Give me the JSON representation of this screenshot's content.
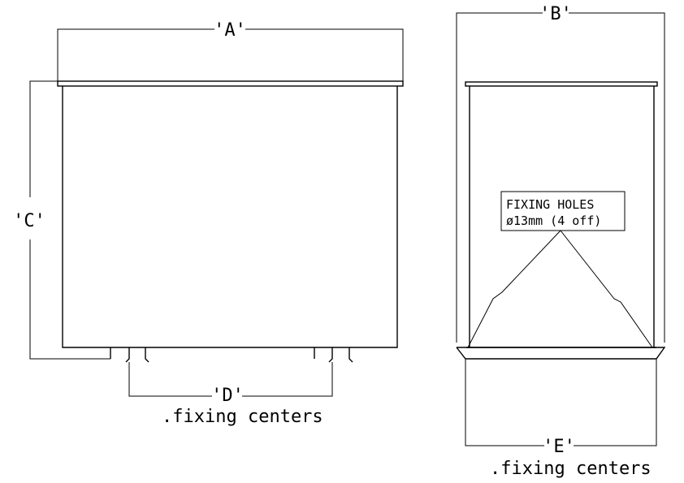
{
  "dimensions": {
    "a": "'A'",
    "b": "'B'",
    "c": "'C'",
    "d": "'D'",
    "e": "'E'"
  },
  "notes": {
    "fixing_centers_front": ".fixing centers",
    "fixing_centers_side": ".fixing centers",
    "fixing_holes_line1": "FIXING HOLES",
    "fixing_holes_line2": "ø13mm (4 off)"
  }
}
